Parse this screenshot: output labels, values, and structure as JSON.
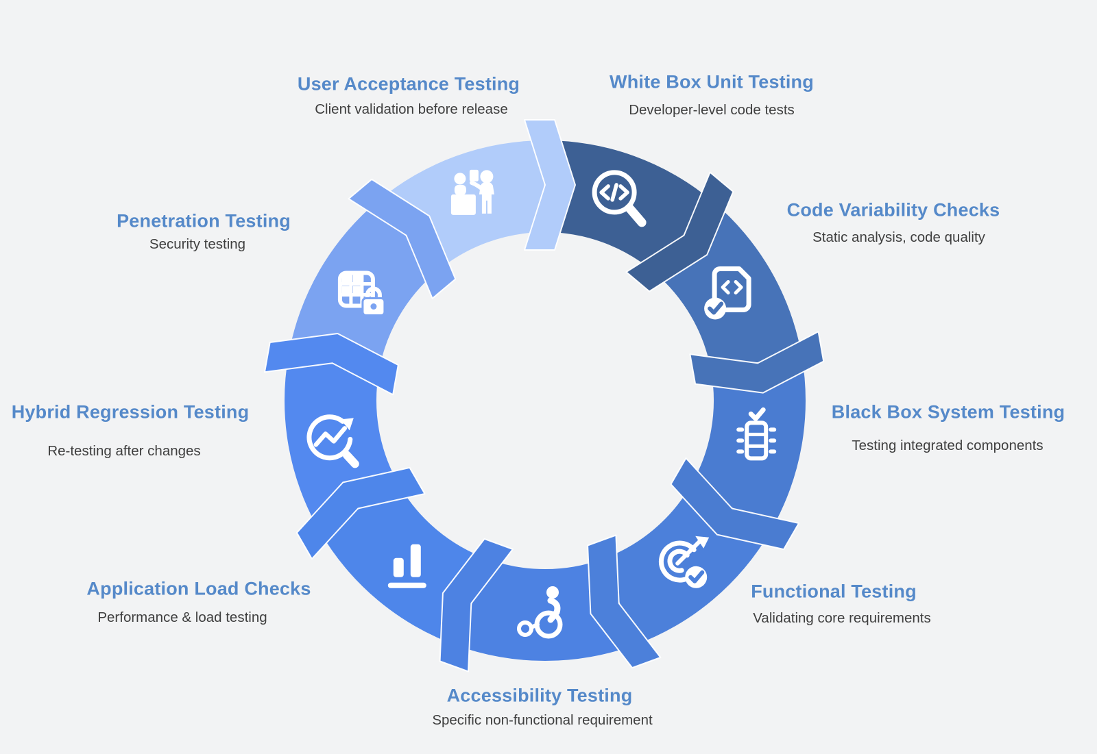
{
  "diagram": {
    "type": "cycle-ring",
    "segment_count": 9,
    "flow_direction": "clockwise",
    "segments": [
      {
        "id": "white-box-unit-testing",
        "title": "White Box Unit Testing",
        "subtitle": "Developer-level code tests",
        "icon": "code-search-icon",
        "color": "#3d6094"
      },
      {
        "id": "code-variability-checks",
        "title": "Code Variability Checks",
        "subtitle": "Static analysis, code quality",
        "icon": "code-file-check-icon",
        "color": "#4773b8"
      },
      {
        "id": "black-box-system-testing",
        "title": "Black Box System Testing",
        "subtitle": "Testing integrated components",
        "icon": "component-check-icon",
        "color": "#4a7cd1"
      },
      {
        "id": "functional-testing",
        "title": "Functional Testing",
        "subtitle": "Validating core requirements",
        "icon": "target-check-icon",
        "color": "#4c80da"
      },
      {
        "id": "accessibility-testing",
        "title": "Accessibility Testing",
        "subtitle": "Specific non-functional requirement",
        "icon": "wheelchair-icon",
        "color": "#4d82e2"
      },
      {
        "id": "application-load-checks",
        "title": "Application Load Checks",
        "subtitle": "Performance & load testing",
        "icon": "bar-chart-icon",
        "color": "#4e86ea"
      },
      {
        "id": "hybrid-regression-testing",
        "title": "Hybrid Regression Testing",
        "subtitle": "Re-testing after changes",
        "icon": "trend-search-icon",
        "color": "#5389ef"
      },
      {
        "id": "penetration-testing",
        "title": "Penetration Testing",
        "subtitle": "Security testing",
        "icon": "grid-lock-icon",
        "color": "#7ba3f1"
      },
      {
        "id": "user-acceptance-testing",
        "title": "User Acceptance Testing",
        "subtitle": "Client validation before release",
        "icon": "client-validation-icon",
        "color": "#b1ccfa"
      }
    ]
  },
  "colors": {
    "background": "#f2f3f4",
    "heading": "#5589c9",
    "subtitle": "#3f3f3f",
    "icon": "#ffffff",
    "seam": "#ffffff"
  }
}
